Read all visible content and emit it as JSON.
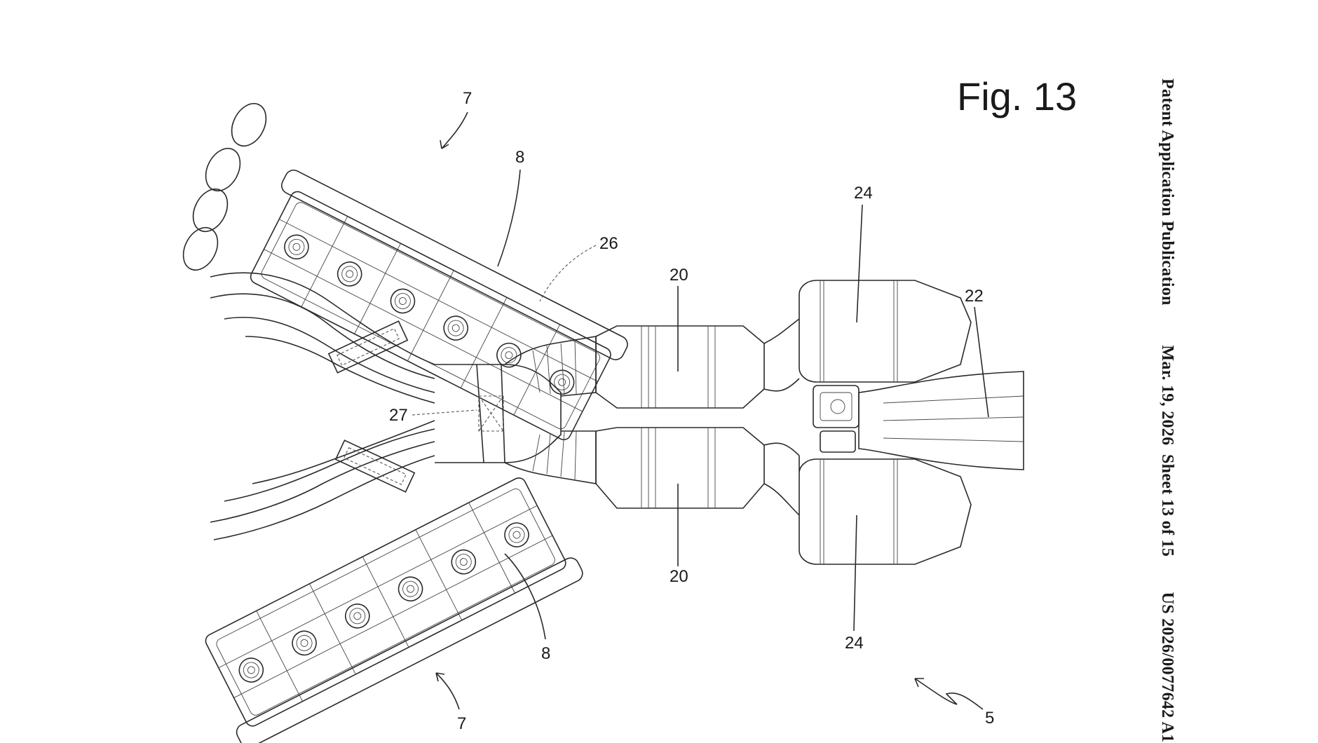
{
  "figure": {
    "title": "Fig. 13"
  },
  "header": {
    "publication_type": "Patent Application Publication",
    "date": "Mar. 19, 2026",
    "sheet": "Sheet 13 of 15",
    "number": "US 2026/0077642 A1"
  },
  "reference_numerals": {
    "top_bank_arrow": "7",
    "bottom_bank_arrow": "7",
    "top_cylinder_head": "8",
    "bottom_cylinder_head": "8",
    "top_catalyst": "20",
    "bottom_catalyst": "20",
    "top_muffler": "24",
    "bottom_muffler": "24",
    "tailpipe": "22",
    "crossover_pipe": "26",
    "x_pipe": "27",
    "assembly": "5"
  }
}
